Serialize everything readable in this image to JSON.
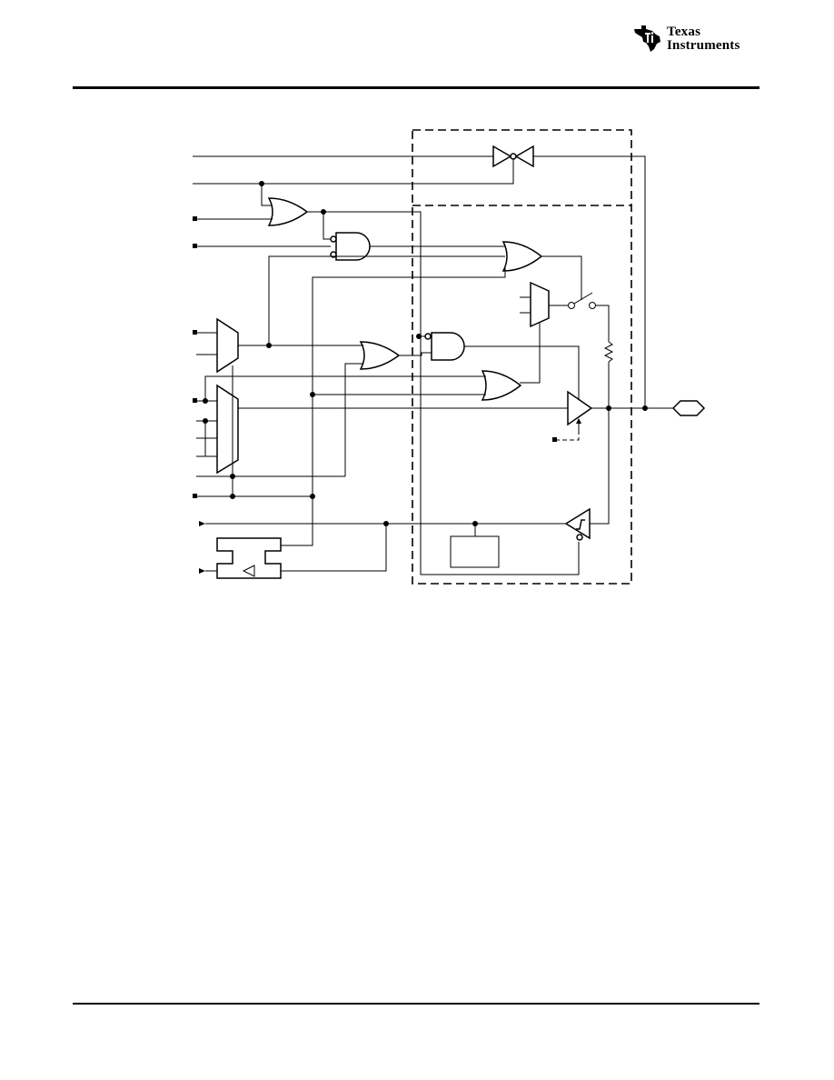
{
  "header": {
    "logo": {
      "line1": "Texas",
      "line2": "Instruments",
      "icon": "ti-state-logo-icon"
    }
  },
  "diagram": {
    "type": "pin-logic-schematic",
    "components": [
      "transmission-gate",
      "or-gate",
      "and-gate",
      "multiplexer",
      "tristate-output-buffer",
      "schmitt-trigger-input",
      "pull-resistor",
      "resistor-enable-switch",
      "latch",
      "control-block",
      "pad-terminal"
    ]
  }
}
